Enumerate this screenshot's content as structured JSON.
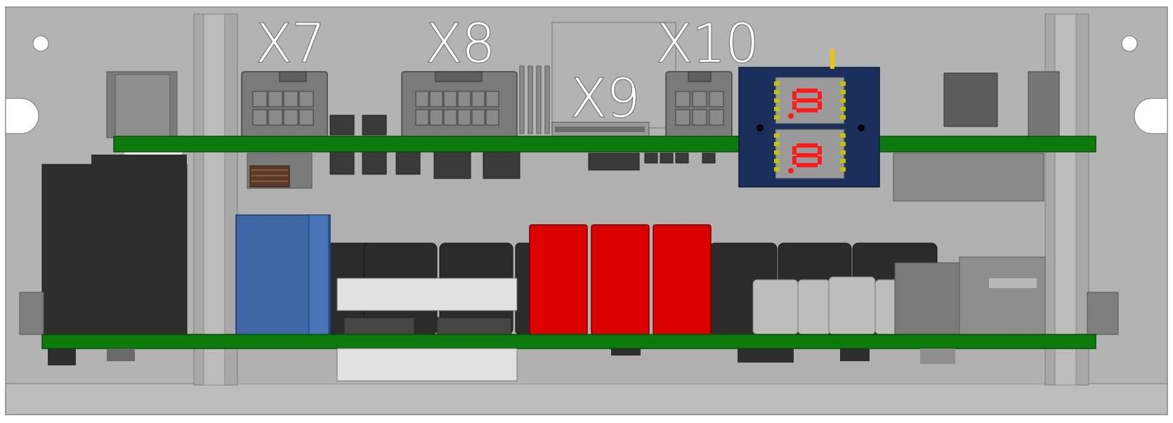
{
  "connectors": {
    "x7": "X7",
    "x8": "X8",
    "x9": "X9",
    "x10": "X10"
  },
  "colors": {
    "enclosure": "#b3b3b3",
    "pcb": "#0b7a0b",
    "capacitor_blue": "#3f67a8",
    "relay_red": "#dd0000",
    "display_board": "#1b2f5c",
    "segment_on": "#ff1a1a",
    "dark_part": "#2e2e2e"
  }
}
